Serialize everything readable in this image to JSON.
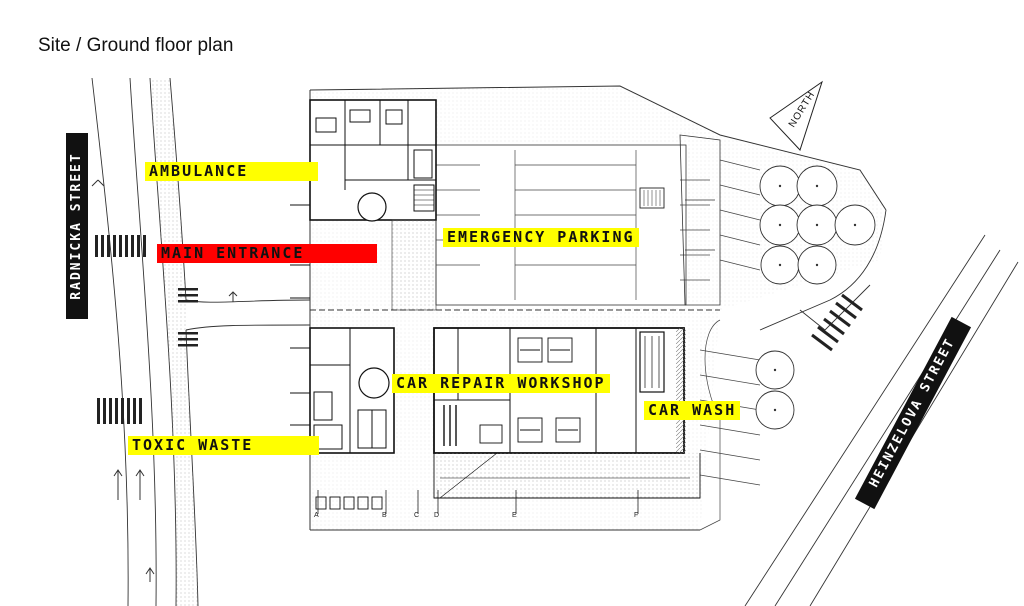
{
  "title": "Site / Ground floor plan",
  "labels": {
    "ambulance": "AMBULANCE",
    "main_entrance": "MAIN ENTRANCE",
    "emergency_parking": "EMERGENCY PARKING",
    "car_repair_workshop": "CAR REPAIR WORKSHOP",
    "car_wash": "CAR WASH",
    "toxic_waste": "TOXIC WASTE"
  },
  "streets": {
    "west": "RADNICKA STREET",
    "east": "HEINZELOVA STREET"
  },
  "north_label": "NORTH",
  "grid_marks": [
    "A",
    "B",
    "C",
    "D",
    "E",
    "F"
  ],
  "colors": {
    "highlight_yellow": "#ffff00",
    "highlight_red": "#ff0000",
    "street_label_bg": "#111111",
    "line": "#222222"
  }
}
